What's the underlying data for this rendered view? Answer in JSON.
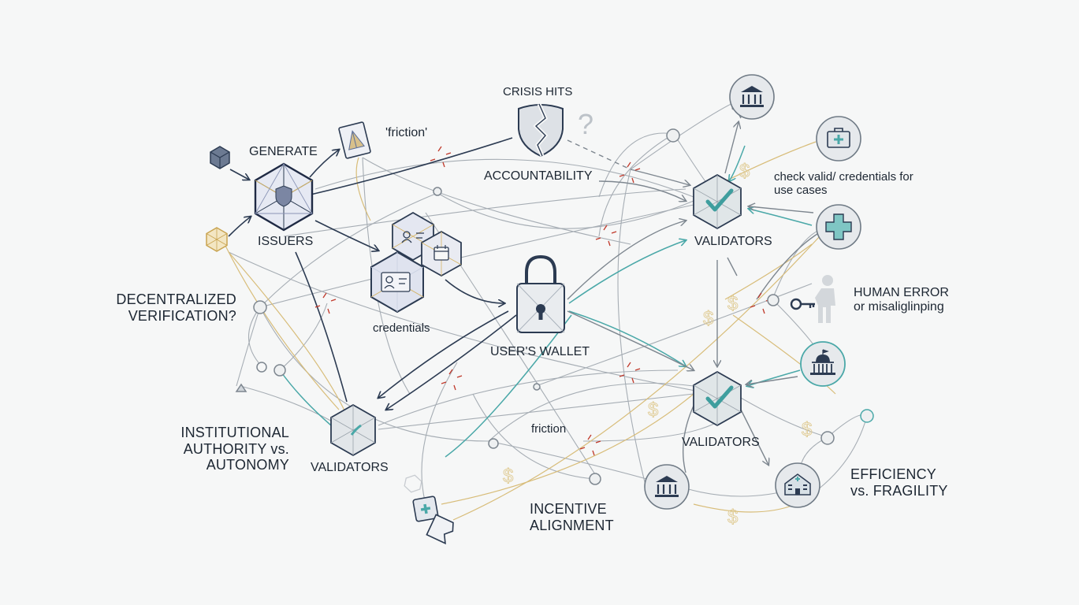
{
  "labels": {
    "generate": "GENERATE",
    "issuers": "ISSUERS",
    "friction_quote": "'friction'",
    "crisis_hits": "CRISIS HITS",
    "accountability": "ACCOUNTABILITY",
    "credentials": "credentials",
    "users_wallet": "USER'S WALLET",
    "decentralized_line1": "DECENTRALIZED",
    "decentralized_line2": "VERIFICATION?",
    "institutional_line1": "INSTITUTIONAL",
    "institutional_line2": "AUTHORITY vs.",
    "institutional_line3": "AUTONOMY",
    "validators_left": "VALIDATORS",
    "friction": "friction",
    "incentive_line1": "INCENTIVE",
    "incentive_line2": "ALIGNMENT",
    "validators_top": "VALIDATORS",
    "validators_bottom": "VALIDATORS",
    "check_line1": "check valid/ credentials for",
    "check_line2": "use cases",
    "human_error_line1": "HUMAN ERROR",
    "human_error_line2": "or misaliglinping",
    "efficiency_line1": "EFFICIENCY",
    "efficiency_line2": "vs. FRAGILITY",
    "question_mark": "?"
  },
  "colors": {
    "navy": "#2c3b52",
    "teal": "#4aa8a8",
    "gold": "#d4b46a",
    "gray_line": "#9aa3ab",
    "red_break": "#c0392b"
  },
  "icons": [
    "small-cube-icon",
    "issuer-hexagon-icon",
    "document-icon",
    "gold-hex-icon",
    "broken-shield-icon",
    "credential-id-icon",
    "credential-calendar-icon",
    "credential-card-icon",
    "padlock-icon",
    "validator-hex-icon",
    "bank-icon",
    "medical-kit-icon",
    "health-cross-icon",
    "person-key-icon",
    "capitol-icon",
    "hospital-icon",
    "dollar-icon"
  ]
}
